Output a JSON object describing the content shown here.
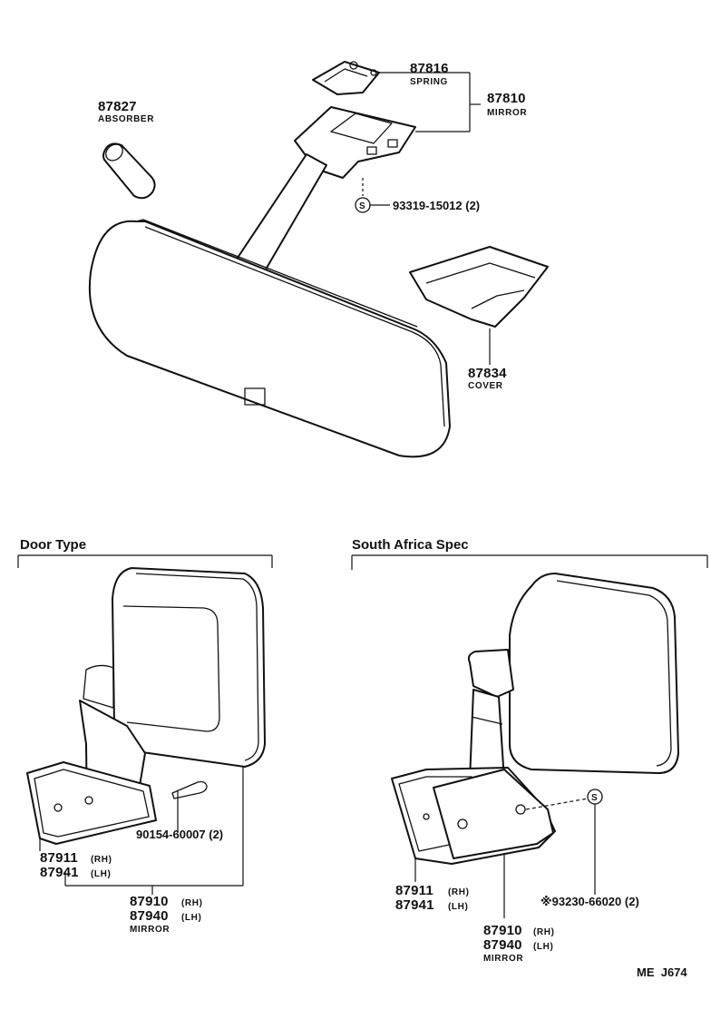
{
  "top": {
    "spring": {
      "number": "87816",
      "name": "SPRING"
    },
    "mirror": {
      "number": "87810",
      "name": "MIRROR"
    },
    "absorber": {
      "number": "87827",
      "name": "ABSORBER"
    },
    "screw": {
      "symbol": "S",
      "number": "93319-15012 (2)"
    },
    "cover": {
      "number": "87834",
      "name": "COVER"
    }
  },
  "door_type": {
    "title": "Door Type",
    "screw": "90154-60007 (2)",
    "bracket_rh": {
      "number": "87911",
      "side": "(RH)"
    },
    "bracket_lh": {
      "number": "87941",
      "side": "(LH)"
    },
    "mirror_rh": {
      "number": "87910",
      "side": "(RH)"
    },
    "mirror_lh": {
      "number": "87940",
      "side": "(LH)"
    },
    "mirror_name": "MIRROR"
  },
  "south_africa": {
    "title": "South Africa Spec",
    "screw": {
      "symbol": "S",
      "number": "※93230-66020 (2)"
    },
    "bracket_rh": {
      "number": "87911",
      "side": "(RH)"
    },
    "bracket_lh": {
      "number": "87941",
      "side": "(LH)"
    },
    "mirror_rh": {
      "number": "87910",
      "side": "(RH)"
    },
    "mirror_lh": {
      "number": "87940",
      "side": "(LH)"
    },
    "mirror_name": "MIRROR"
  },
  "code": "ME  J674"
}
